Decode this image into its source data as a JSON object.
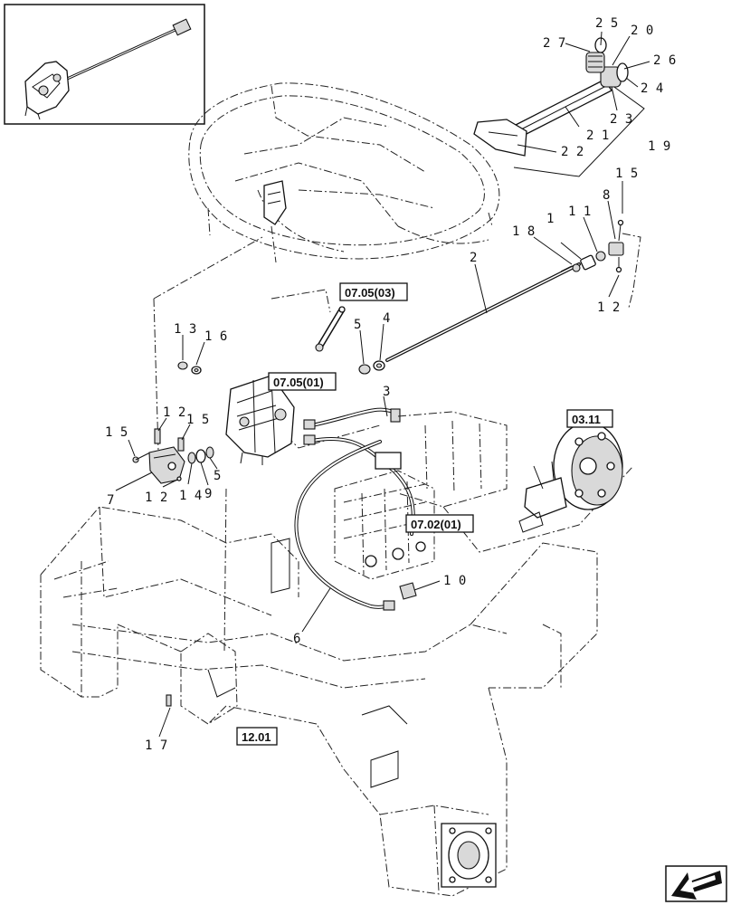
{
  "callouts": [
    {
      "key": "c27",
      "text": "2 7"
    },
    {
      "key": "c25",
      "text": "2 5"
    },
    {
      "key": "c20",
      "text": "2 0"
    },
    {
      "key": "c26",
      "text": "2 6"
    },
    {
      "key": "c24",
      "text": "2 4"
    },
    {
      "key": "c23",
      "text": "2 3"
    },
    {
      "key": "c21",
      "text": "2 1"
    },
    {
      "key": "c22",
      "text": "2 2"
    },
    {
      "key": "c19",
      "text": "1 9"
    },
    {
      "key": "c15a",
      "text": "1 5"
    },
    {
      "key": "c8",
      "text": "8"
    },
    {
      "key": "c11",
      "text": "1 1"
    },
    {
      "key": "c1",
      "text": "1"
    },
    {
      "key": "c18",
      "text": "1 8"
    },
    {
      "key": "c2",
      "text": "2"
    },
    {
      "key": "c12a",
      "text": "1 2"
    },
    {
      "key": "c13",
      "text": "1 3"
    },
    {
      "key": "c16",
      "text": "1 6"
    },
    {
      "key": "c5a",
      "text": "5"
    },
    {
      "key": "c4",
      "text": "4"
    },
    {
      "key": "c3",
      "text": "3"
    },
    {
      "key": "c15b",
      "text": "1 5"
    },
    {
      "key": "c12b",
      "text": "1 2"
    },
    {
      "key": "c15c",
      "text": "1 5"
    },
    {
      "key": "c7",
      "text": "7"
    },
    {
      "key": "c12c",
      "text": "1 2"
    },
    {
      "key": "c14",
      "text": "1 4"
    },
    {
      "key": "c9",
      "text": "9"
    },
    {
      "key": "c5b",
      "text": "5"
    },
    {
      "key": "c10",
      "text": "1 0"
    },
    {
      "key": "c6",
      "text": "6"
    },
    {
      "key": "c17",
      "text": "1 7"
    }
  ],
  "references": [
    {
      "key": "r0705_03",
      "text": "07.05(03)"
    },
    {
      "key": "r0705_01",
      "text": "07.05(01)"
    },
    {
      "key": "r0311",
      "text": "03.11"
    },
    {
      "key": "r0702_01",
      "text": "07.02(01)"
    },
    {
      "key": "r1201",
      "text": "12.01"
    }
  ]
}
